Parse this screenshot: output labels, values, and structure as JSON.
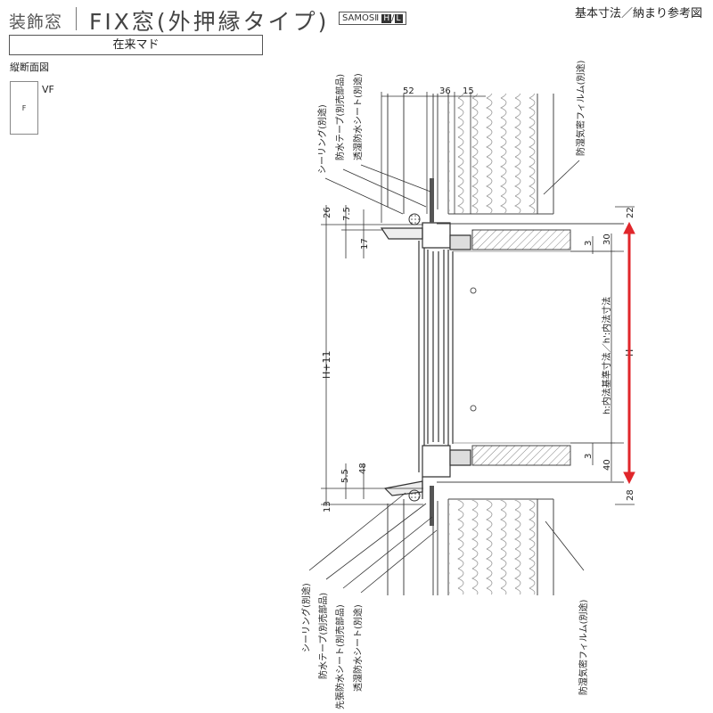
{
  "header": {
    "category": "装飾窓",
    "title": "FIX窓(外押縁タイプ)",
    "product_prefix": "SAMOSⅡ",
    "product_badge_1": "H",
    "product_slash": "/",
    "product_badge_2": "L",
    "reference": "基本寸法／納まり参考図"
  },
  "controls": {
    "construction_type": "在来マド"
  },
  "section_label": "縦断面図",
  "thumbnail": {
    "glass_label": "F",
    "type_label": "VF"
  },
  "dimensions": {
    "top_52": "52",
    "top_36": "36",
    "top_15": "15",
    "left_26": "26",
    "left_75": "7.5",
    "left_17": "17",
    "left_H11": "H+11",
    "left_55": "5.5",
    "left_48": "48",
    "left_13": "13",
    "right_22": "22",
    "right_30": "30",
    "right_3a": "3",
    "right_3b": "3",
    "right_40": "40",
    "right_28": "28",
    "right_inner": "h:内法基準寸法／h':内法寸法",
    "right_H": "H"
  },
  "labels": {
    "top_sealing": "シーリング(別途)",
    "top_tape": "防水テープ(別売部品)",
    "top_sheet": "透湿防水シート(別途)",
    "top_film": "防湿気密フィルム(別途)",
    "bottom_sealing": "シーリング(別途)",
    "bottom_tape": "防水テープ(別売部品)",
    "bottom_sakibari": "先張防水シート(別売部品)",
    "bottom_sheet": "透湿防水シート(別途)",
    "bottom_film": "防湿気密フィルム(別途)"
  },
  "colors": {
    "height_arrow": "#e0262b",
    "line": "#333333",
    "hatch": "#888888"
  }
}
